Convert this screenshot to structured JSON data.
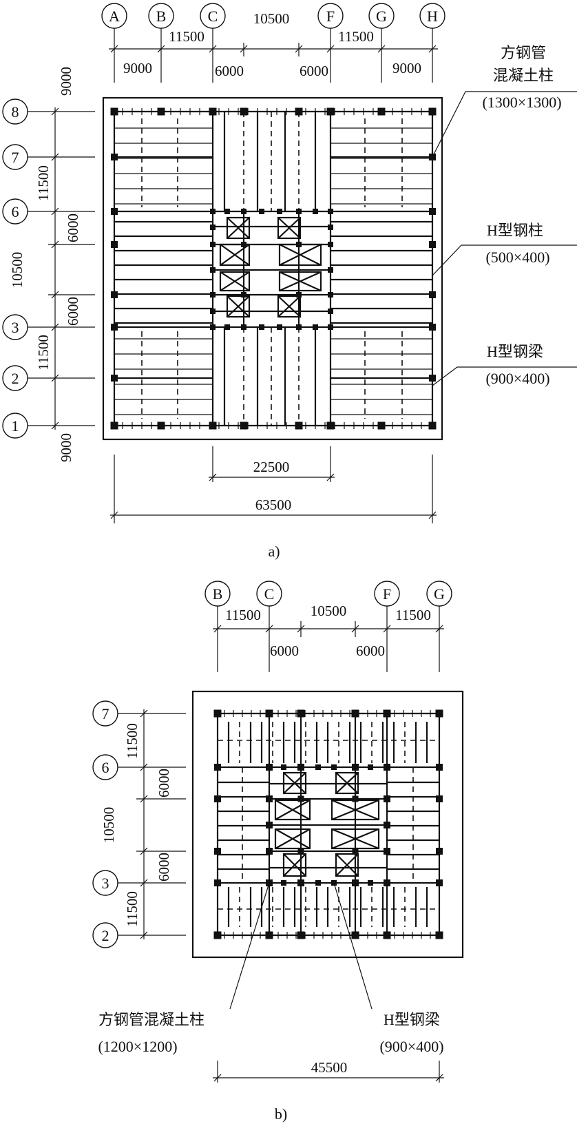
{
  "plan_a": {
    "axes_x": [
      "A",
      "B",
      "C",
      "F",
      "G",
      "H"
    ],
    "axes_y": [
      "8",
      "7",
      "6",
      "3",
      "2",
      "1"
    ],
    "top_dims_upper": [
      "11500",
      "10500",
      "11500"
    ],
    "top_dims_lower": [
      "9000",
      "6000",
      "6000",
      "9000"
    ],
    "left_dims_outer": [
      "9000",
      "11500",
      "10500",
      "11500",
      "9000"
    ],
    "left_dims_inner": [
      "6000",
      "6000"
    ],
    "bottom_dims": [
      "22500",
      "63500"
    ],
    "labels": {
      "cfst_title_1": "方钢管",
      "cfst_title_2": "混凝土柱",
      "cfst_size": "(1300×1300)",
      "h_column": "H型钢柱",
      "h_column_size": "(500×400)",
      "h_beam": "H型钢梁",
      "h_beam_size": "(900×400)"
    },
    "caption": "a)"
  },
  "plan_b": {
    "axes_x": [
      "B",
      "C",
      "F",
      "G"
    ],
    "axes_y": [
      "7",
      "6",
      "3",
      "2"
    ],
    "top_dims_upper": [
      "11500",
      "10500",
      "11500"
    ],
    "top_dims_lower": [
      "6000",
      "6000"
    ],
    "left_dims_outer": [
      "11500",
      "10500",
      "11500"
    ],
    "left_dims_inner": [
      "6000",
      "6000"
    ],
    "bottom_dims": [
      "45500"
    ],
    "labels": {
      "cfst": "方钢管混凝土柱",
      "cfst_size": "(1200×1200)",
      "h_beam": "H型钢梁",
      "h_beam_size": "(900×400)"
    },
    "caption": "b)"
  }
}
